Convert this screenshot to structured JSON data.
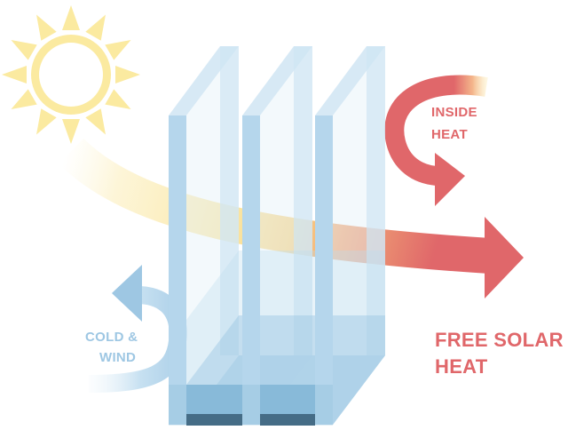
{
  "labels": {
    "inside_heat": [
      "INSIDE",
      "HEAT"
    ],
    "cold_wind": [
      "COLD &",
      "WIND"
    ],
    "free_solar_heat": [
      "FREE SOLAR",
      "HEAT"
    ]
  },
  "colors": {
    "sun": "#fbeaa0",
    "heat_red": "#e0676a",
    "cold_blue": "#9ec7e3",
    "glass_edge": "#b5d6ec",
    "glass_face": "#e4f1f9",
    "glass_base": "#a9cfe8",
    "spacer_dark": "#3b5d75"
  },
  "icons": {
    "sun": "sun-icon",
    "window": "triple-glazed-window-icon"
  }
}
